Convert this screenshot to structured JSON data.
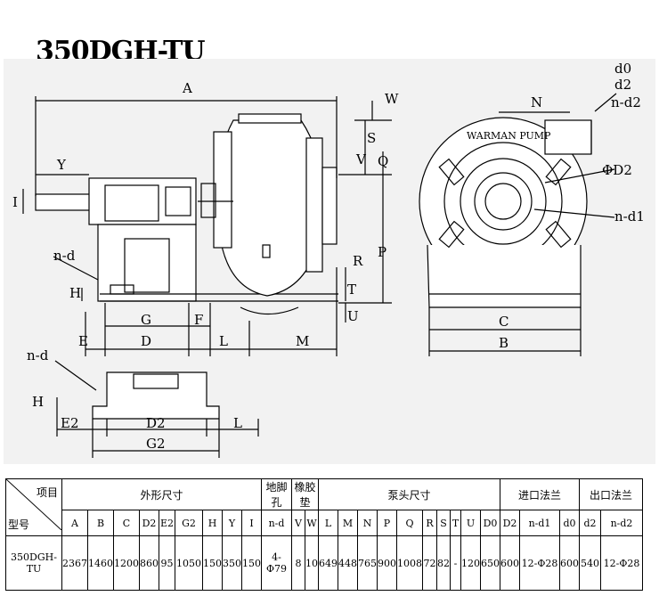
{
  "title": "350DGH-TU",
  "drawing": {
    "labels": {
      "A": "A",
      "W": "W",
      "S": "S",
      "V": "V",
      "Q": "Q",
      "Y": "Y",
      "I": "I",
      "nd": "n-d",
      "H": "H",
      "R": "R",
      "P": "P",
      "T": "T",
      "U": "U",
      "G": "G",
      "F": "F",
      "E": "E",
      "D": "D",
      "L": "L",
      "M": "M",
      "nd2": "n-d",
      "H2": "H",
      "E2": "E2",
      "D2": "D2",
      "G2": "G2",
      "L2": "L",
      "N": "N",
      "d0": "d0",
      "d2": "d2",
      "nd2r": "n-d2",
      "phiD2": "ΦD2",
      "nd1": "n-d1",
      "C": "C",
      "B": "B",
      "brand": "WARMAN PUMP"
    }
  },
  "table": {
    "header_item": "项目",
    "header_model": "型号",
    "groups": [
      {
        "label": "外形尺寸",
        "span": 9
      },
      {
        "label": "地脚孔",
        "span": 1
      },
      {
        "label": "橡胶垫",
        "span": 2
      },
      {
        "label": "泵头尺寸",
        "span": 10
      },
      {
        "label": "进口法兰",
        "span": 3
      },
      {
        "label": "出口法兰",
        "span": 3
      }
    ],
    "columns": [
      "A",
      "B",
      "C",
      "D2",
      "E2",
      "G2",
      "H",
      "Y",
      "I",
      "n-d",
      "V",
      "W",
      "L",
      "M",
      "N",
      "P",
      "Q",
      "R",
      "S",
      "T",
      "U",
      "D0",
      "D2",
      "n-d1",
      "d0",
      "d2",
      "n-d2"
    ],
    "rows": [
      {
        "model": "350DGH-TU",
        "values": [
          "2367",
          "1460",
          "1200",
          "860",
          "95",
          "1050",
          "150",
          "350",
          "150",
          "4-Φ79",
          "8",
          "10",
          "649",
          "448",
          "765",
          "900",
          "1008",
          "72",
          "82",
          "-",
          "120",
          "650",
          "600",
          "12-Φ28",
          "600",
          "540",
          "12-Φ28"
        ]
      }
    ]
  }
}
